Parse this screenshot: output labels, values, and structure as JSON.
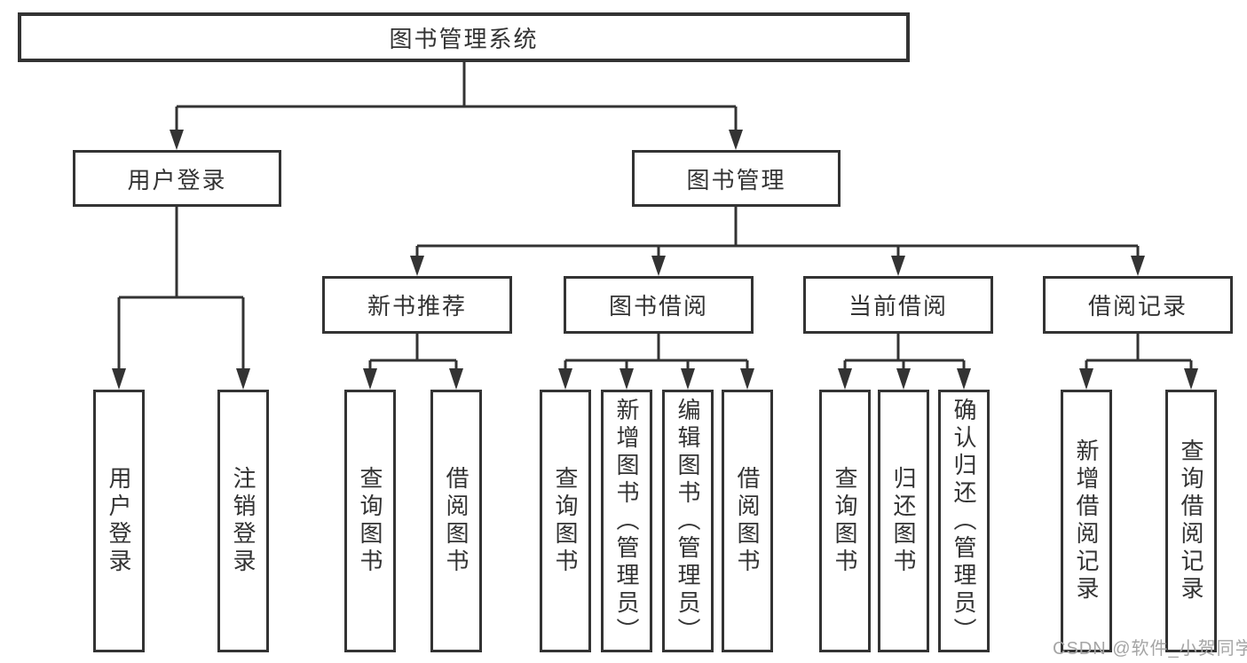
{
  "diagram": {
    "title": "图书管理系统",
    "level2": {
      "user_login": "用户登录",
      "book_mgmt": "图书管理"
    },
    "level3": {
      "new_books": "新书推荐",
      "borrowing": "图书借阅",
      "current": "当前借阅",
      "records": "借阅记录"
    },
    "leaves": {
      "login": "用户登录",
      "logout": "注销登录",
      "nb_query": "查询图书",
      "nb_borrow": "借阅图书",
      "br_query": "查询图书",
      "br_add": "新增图书（管理员）",
      "br_edit": "编辑图书（管理员）",
      "br_borrow": "借阅图书",
      "cur_query": "查询图书",
      "cur_return": "归还图书",
      "cur_confirm": "确认归还（管理员）",
      "rec_add": "新增借阅记录",
      "rec_query": "查询借阅记录"
    },
    "colors": {
      "line": "#333333",
      "text": "#333333",
      "watermark": "#a5a5a5",
      "background": "#ffffff"
    },
    "watermark": "CSDN @软件_小贺同学"
  }
}
